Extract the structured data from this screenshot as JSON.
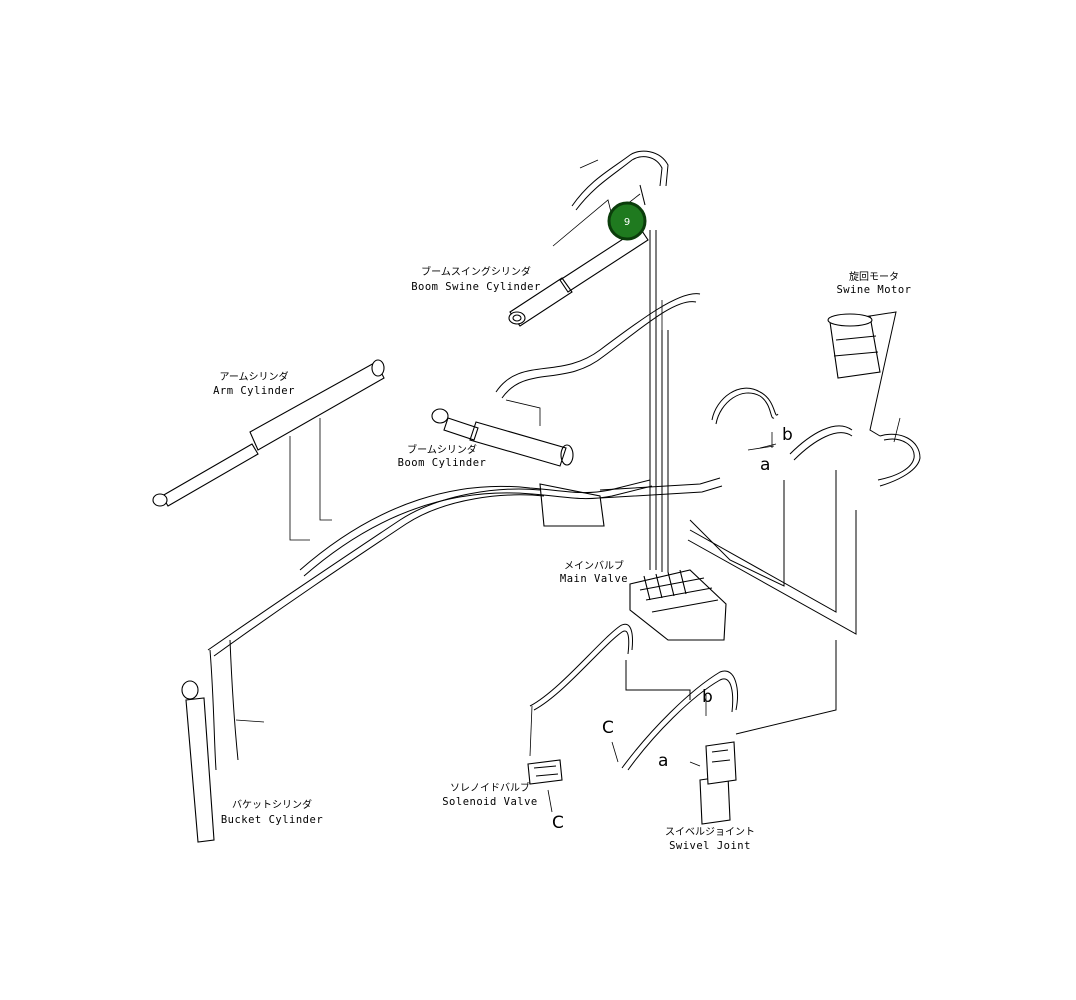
{
  "labels": {
    "boom_swing_cylinder": {
      "jp": "ブームスイングシリンダ",
      "en": "Boom Swine Cylinder"
    },
    "swing_motor": {
      "jp": "旋回モータ",
      "en": "Swine Motor"
    },
    "arm_cylinder": {
      "jp": "アームシリンダ",
      "en": "Arm Cylinder"
    },
    "boom_cylinder": {
      "jp": "ブームシリンダ",
      "en": "Boom Cylinder"
    },
    "main_valve": {
      "jp": "メインバルブ",
      "en": "Main Valve"
    },
    "solenoid_valve": {
      "jp": "ソレノイドバルブ",
      "en": "Solenoid Valve"
    },
    "bucket_cylinder": {
      "jp": "バケットシリンダ",
      "en": "Bucket Cylinder"
    },
    "swivel_joint": {
      "jp": "スイベルジョイント",
      "en": "Swivel Joint"
    }
  },
  "letters": {
    "a_upper": "a",
    "b_upper": "b",
    "b_lower": "b",
    "c_upper": "C",
    "a_lower": "a",
    "c_lower": "C"
  },
  "callout": {
    "number": "9",
    "color": "#1f7a1f",
    "ring_color": "#0b3d0b"
  }
}
